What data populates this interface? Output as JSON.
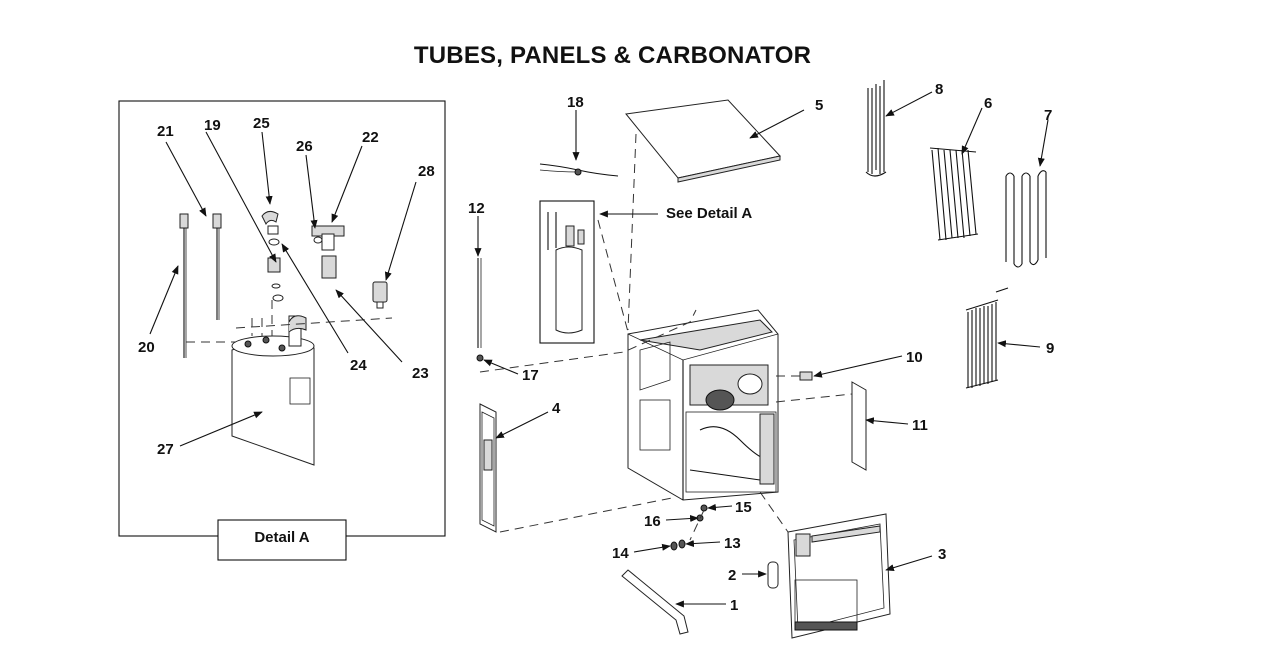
{
  "title": "TUBES, PANELS & CARBONATOR",
  "detail_box_label": "Detail A",
  "see_detail_label": "See Detail A",
  "callouts": {
    "c1": "1",
    "c2": "2",
    "c3": "3",
    "c4": "4",
    "c5": "5",
    "c6": "6",
    "c7": "7",
    "c8": "8",
    "c9": "9",
    "c10": "10",
    "c11": "11",
    "c12": "12",
    "c13": "13",
    "c14": "14",
    "c15": "15",
    "c16": "16",
    "c17": "17",
    "c18": "18",
    "c19": "19",
    "c20": "20",
    "c21": "21",
    "c22": "22",
    "c23": "23",
    "c24": "24",
    "c25": "25",
    "c26": "26",
    "c27": "27",
    "c28": "28"
  }
}
